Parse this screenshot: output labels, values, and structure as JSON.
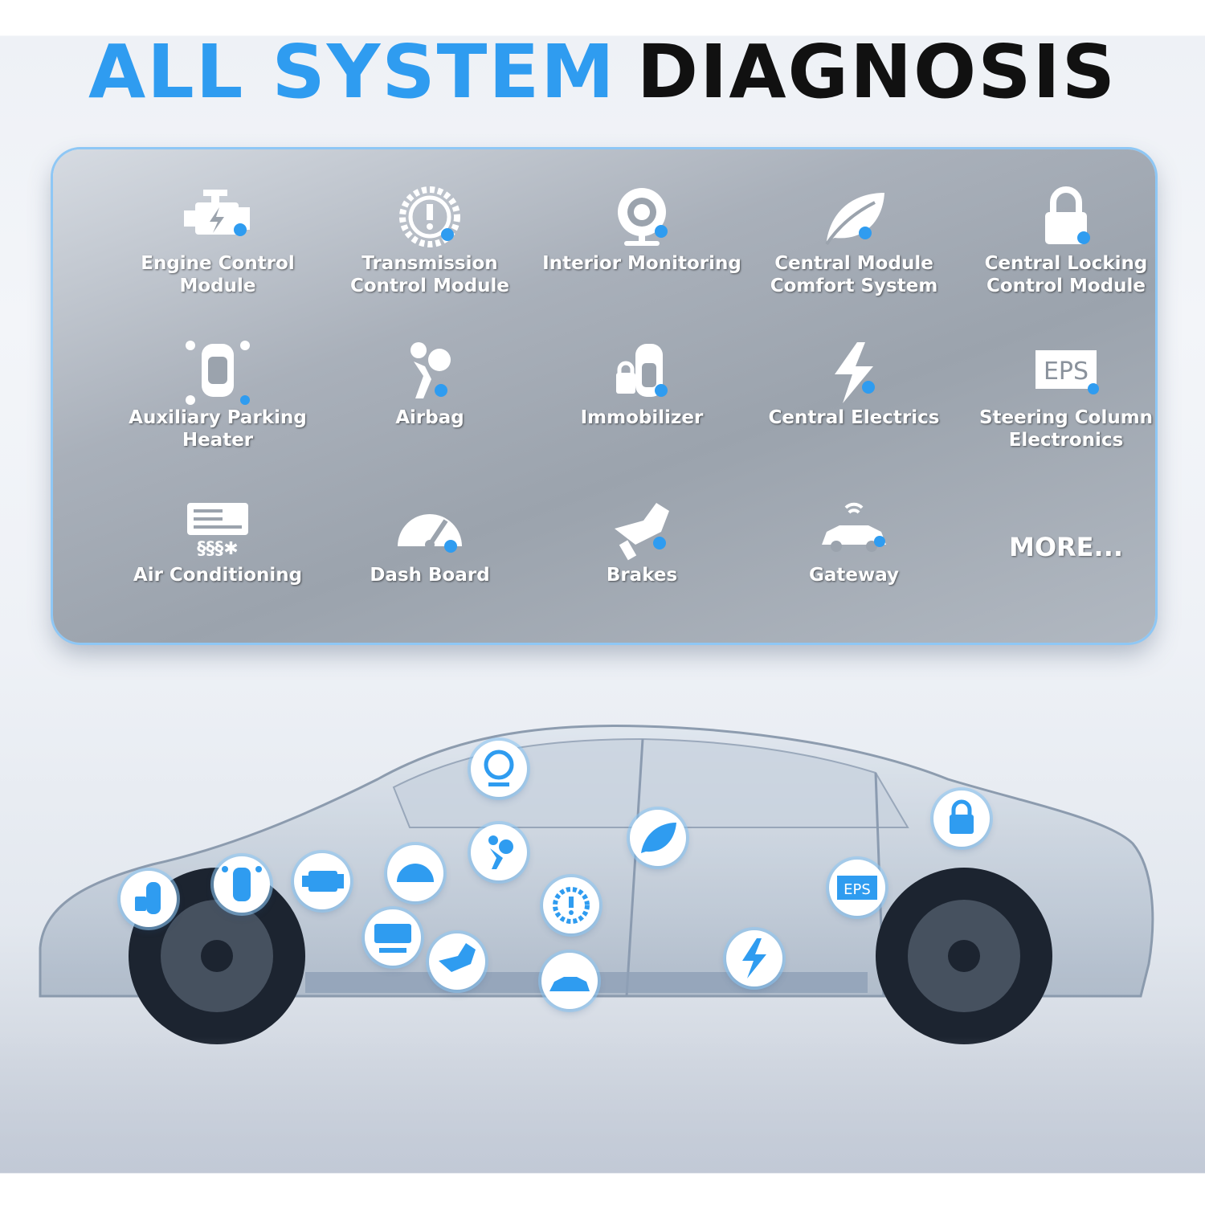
{
  "title": {
    "part1": "ALL SYSTEM",
    "part2": "DIAGNOSIS"
  },
  "colors": {
    "accent": "#2f9cf0",
    "title_dark": "#111111",
    "panel_border": "#8ec7f5"
  },
  "systems": [
    {
      "label": "Engine Control Module",
      "icon": "engine-icon"
    },
    {
      "label": "Transmission Control Module",
      "icon": "gear-warning-icon"
    },
    {
      "label": "Interior Monitoring",
      "icon": "webcam-icon"
    },
    {
      "label": "Central Module Comfort System",
      "icon": "leaf-icon"
    },
    {
      "label": "Central Locking Control Module",
      "icon": "lock-icon"
    },
    {
      "label": "Auxiliary Parking Heater",
      "icon": "parking-sensor-icon"
    },
    {
      "label": "Airbag",
      "icon": "airbag-icon"
    },
    {
      "label": "Immobilizer",
      "icon": "key-fob-icon"
    },
    {
      "label": "Central Electrics",
      "icon": "lightning-icon"
    },
    {
      "label": "Steering Column Electronics",
      "icon": "eps-icon"
    },
    {
      "label": "Air Conditioning",
      "icon": "air-conditioner-icon"
    },
    {
      "label": "Dash Board",
      "icon": "speedometer-icon"
    },
    {
      "label": "Brakes",
      "icon": "brake-pedal-icon"
    },
    {
      "label": "Gateway",
      "icon": "gateway-car-icon"
    }
  ],
  "more": "MORE...",
  "eps_text": "EPS",
  "car_icons": [
    "key-fob-icon",
    "parking-sensor-icon",
    "engine-icon",
    "speedometer-icon",
    "air-conditioner-icon",
    "webcam-icon",
    "airbag-icon",
    "brake-pedal-icon",
    "gear-warning-icon",
    "gateway-car-icon",
    "leaf-icon",
    "lightning-icon",
    "eps-icon",
    "lock-icon"
  ]
}
